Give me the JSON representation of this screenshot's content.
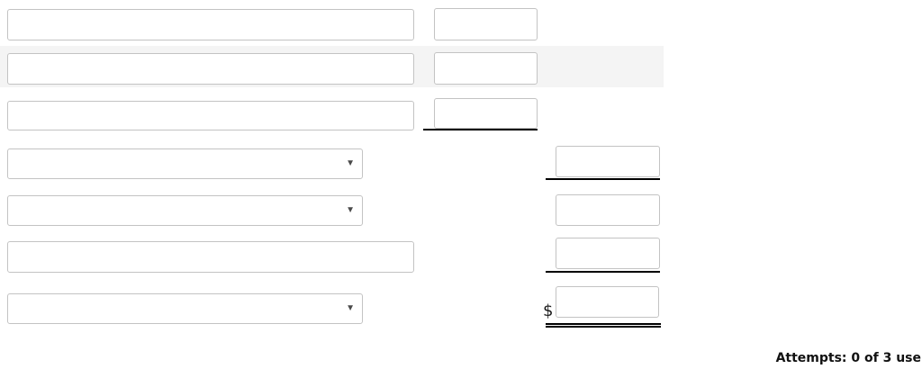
{
  "form": {
    "dropdown_arrow": "▼",
    "currency_symbol": "$",
    "rows": [
      {
        "left": {
          "type": "text",
          "value": "",
          "placeholder": ""
        },
        "right": {
          "type": "text",
          "value": "",
          "placeholder": "",
          "rule_below": "none"
        }
      },
      {
        "left": {
          "type": "text",
          "value": "",
          "placeholder": ""
        },
        "right": {
          "type": "text",
          "value": "",
          "placeholder": "",
          "rule_below": "none"
        },
        "highlighted": true
      },
      {
        "left": {
          "type": "text",
          "value": "",
          "placeholder": ""
        },
        "right": {
          "type": "text",
          "value": "",
          "placeholder": "",
          "rule_below": "single"
        }
      },
      {
        "left": {
          "type": "dropdown",
          "selected": ""
        },
        "right": {
          "type": "text",
          "value": "",
          "placeholder": "",
          "rule_below": "single"
        }
      },
      {
        "left": {
          "type": "dropdown",
          "selected": ""
        },
        "right": {
          "type": "text",
          "value": "",
          "placeholder": "",
          "rule_below": "none"
        }
      },
      {
        "left": {
          "type": "text",
          "value": "",
          "placeholder": ""
        },
        "right": {
          "type": "text",
          "value": "",
          "placeholder": "",
          "rule_below": "single"
        }
      },
      {
        "left": {
          "type": "dropdown",
          "selected": ""
        },
        "right": {
          "type": "text",
          "value": "",
          "placeholder": "",
          "prefix": "$",
          "rule_below": "double"
        }
      }
    ]
  },
  "footer": {
    "attempts_label": "Attempts: 0 of 3 use"
  },
  "colors": {
    "highlight_band": "#f4f4f4",
    "field_border": "#c3c3c3",
    "rule": "#000000",
    "arrow": "#4a4a4a",
    "text": "#111111"
  }
}
